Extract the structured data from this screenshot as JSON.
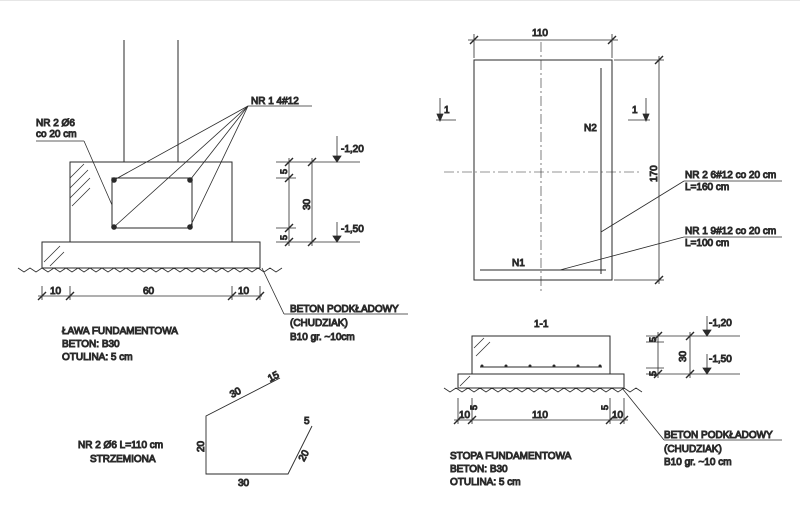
{
  "left": {
    "nr1_label": "NR 1 4#12",
    "nr2_line1": "NR 2 Ø6",
    "nr2_line2": "co 20 cm",
    "dim_top": "10",
    "dim_mid": "60",
    "dim_right": "10",
    "level_top": "-1,20",
    "level_bottom": "-1,50",
    "dim_height": "30",
    "dim_small_top": "5",
    "dim_small_bottom": "5",
    "beton_line1": "BETON PODKŁADOWY",
    "beton_line2": "(CHUDZIAK)",
    "beton_line3": "B10 gr. ~10cm",
    "title": "ŁAWA FUNDAMENTOWA",
    "beton": "BETON: B30",
    "otulina": "OTULINA: 5 cm"
  },
  "stirrup": {
    "label1": "NR 2 Ø6 L=110 cm",
    "label2": "STRZEMIONA",
    "dim_top": "30",
    "dim_top_end": "15",
    "dim_right_end": "5",
    "dim_right": "20",
    "dim_left": "20",
    "dim_bottom": "30"
  },
  "right_plan": {
    "dim_width": "110",
    "dim_height": "170",
    "section_left": "1",
    "section_right": "1",
    "n1": "N1",
    "n2": "N2",
    "label_n2_line1": "NR 2 6#12 co 20 cm",
    "label_n2_line2": "L=160 cm",
    "label_n1_line1": "NR 1 9#12 co 20 cm",
    "label_n1_line2": "L=100 cm"
  },
  "right_section": {
    "section_title": "1-1",
    "level_top": "-1,20",
    "level_bottom": "-1,50",
    "dim_height": "30",
    "dim_small_top": "5",
    "dim_small_bottom": "5",
    "dim_left": "10",
    "dim_left_small": "5",
    "dim_mid": "110",
    "dim_right_small": "5",
    "dim_right": "10",
    "beton_line1": "BETON PODKŁADOWY",
    "beton_line2": "(CHUDZIAK)",
    "beton_line3": "B10 gr. ~10 cm",
    "title": "STOPA FUNDAMENTOWA",
    "beton": "BETON: B30",
    "otulina": "OTULINA: 5 cm"
  }
}
